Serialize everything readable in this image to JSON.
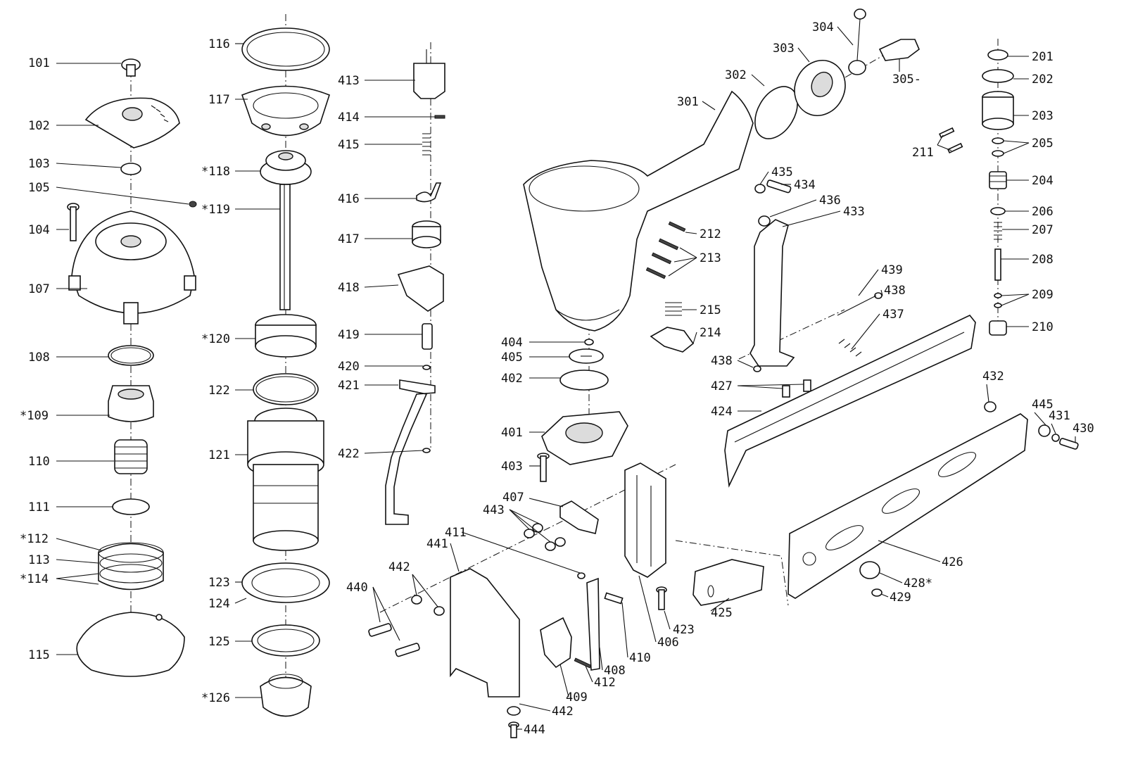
{
  "labels": {
    "101": "101",
    "102": "102",
    "103": "103",
    "104": "104",
    "105": "105",
    "107": "107",
    "108": "108",
    "109": "*109",
    "110": "110",
    "111": "111",
    "112": "*112",
    "113": "113",
    "114": "*114",
    "115": "115",
    "116": "116",
    "117": "117",
    "118": "*118",
    "119": "*119",
    "120": "*120",
    "121": "121",
    "122": "122",
    "123": "123",
    "124": "124",
    "125": "125",
    "126": "*126",
    "201": "201",
    "202": "202",
    "203": "203",
    "204": "204",
    "205": "205",
    "206": "206",
    "207": "207",
    "208": "208",
    "209": "209",
    "210": "210",
    "211": "211",
    "212": "212",
    "213": "213",
    "214": "214",
    "215": "215",
    "301": "301",
    "302": "302",
    "303": "303",
    "304": "304",
    "305": "305-",
    "401": "401",
    "402": "402",
    "403": "403",
    "404": "404",
    "405": "405",
    "406": "406",
    "407": "407",
    "408": "408",
    "409": "409",
    "410": "410",
    "411": "411",
    "412": "412",
    "413": "413",
    "414": "414",
    "415": "415",
    "416": "416",
    "417": "417",
    "418": "418",
    "419": "419",
    "420": "420",
    "421": "421",
    "422": "422",
    "423": "423",
    "424": "424",
    "425": "425",
    "426": "426",
    "427": "427",
    "428": "428*",
    "429": "429",
    "430": "430",
    "431": "431",
    "432": "432",
    "433": "433",
    "434": "434",
    "435": "435",
    "436": "436",
    "437": "437",
    "438a": "438",
    "438b": "438",
    "439": "439",
    "440": "440",
    "441": "441",
    "442a": "442",
    "442b": "442",
    "443": "443",
    "444": "444",
    "445": "445"
  }
}
